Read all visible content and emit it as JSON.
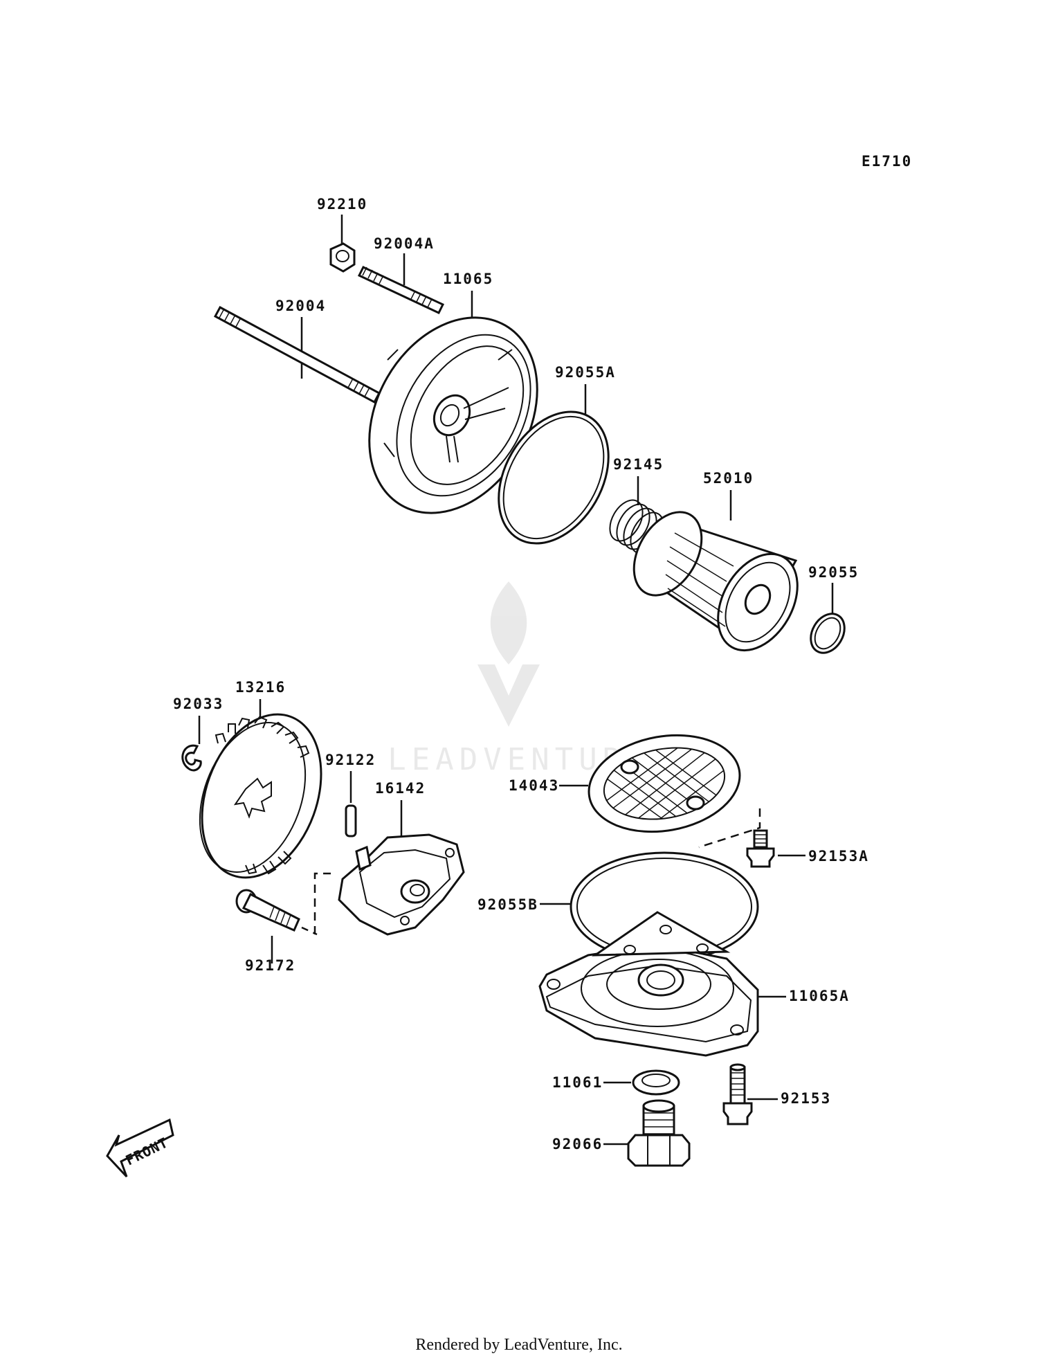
{
  "diagram_code": "E1710",
  "front_label": "FRONT",
  "footer": "Rendered by LeadVenture, Inc.",
  "watermark": "LEADVENTURE",
  "parts": {
    "p92210": "92210",
    "p92004A": "92004A",
    "p11065": "11065",
    "p92004": "92004",
    "p92055A": "92055A",
    "p92145": "92145",
    "p52010": "52010",
    "p92055": "92055",
    "p92033": "92033",
    "p13216": "13216",
    "p92122": "92122",
    "p16142": "16142",
    "p14043": "14043",
    "p92153A": "92153A",
    "p92055B": "92055B",
    "p11065A": "11065A",
    "p92172": "92172",
    "p11061": "11061",
    "p92153": "92153",
    "p92066": "92066"
  }
}
